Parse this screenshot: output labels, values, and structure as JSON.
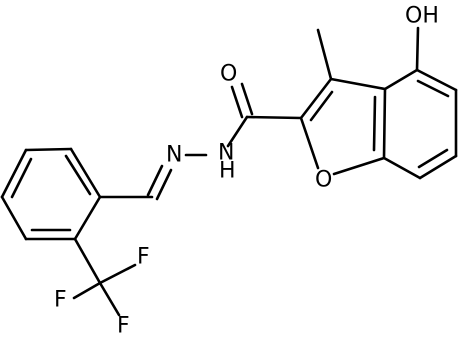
{
  "molecule": {
    "bond_color": "#000000",
    "background": "#ffffff",
    "atoms": {
      "hydroxyl": "OH",
      "carbonyl_oxygen": "O",
      "furan_oxygen": "O",
      "amide_nitrogen_h": "N",
      "amide_nitrogen_h_suffix": "H",
      "imine_nitrogen": "N",
      "fluorine_top": "F",
      "fluorine_left": "F",
      "fluorine_bottom": "F"
    }
  }
}
